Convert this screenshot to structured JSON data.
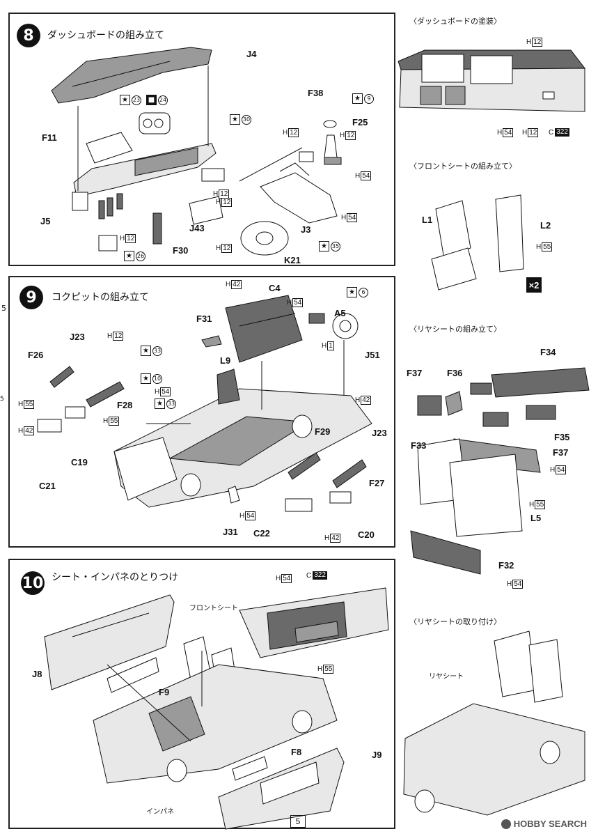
{
  "edge_marks": {
    "left_top": "5",
    "left_mid": "5"
  },
  "step8": {
    "number": "8",
    "title": "ダッシュボードの組み立て",
    "labels": [
      "J4",
      "F11",
      "J5",
      "F38",
      "F25",
      "J3",
      "J43",
      "F30",
      "K21"
    ],
    "h_marks": [
      "12",
      "12",
      "12",
      "12",
      "12",
      "12",
      "54",
      "54"
    ],
    "stars": [
      "23",
      "30",
      "9",
      "26",
      "35"
    ],
    "decal": "24"
  },
  "step9": {
    "number": "9",
    "title": "コクピットの組み立て",
    "labels": [
      "C4",
      "A5",
      "J51",
      "F31",
      "L9",
      "J23",
      "F26",
      "F28",
      "C19",
      "C21",
      "F29",
      "J23",
      "F27",
      "J31",
      "C22",
      "C20"
    ],
    "h_marks": [
      "42",
      "54",
      "1",
      "42",
      "12",
      "54",
      "55",
      "55",
      "42",
      "54",
      "42"
    ],
    "stars": [
      "6",
      "33",
      "10",
      "33"
    ]
  },
  "step10": {
    "number": "10",
    "title": "シート・インパネのとりつけ",
    "labels": [
      "J8",
      "F9",
      "F8",
      "J9"
    ],
    "front_seat": "フロントシート",
    "instrument_panel": "インパネ",
    "h_marks": [
      "54",
      "55"
    ],
    "c_mark": "322"
  },
  "side": {
    "dash_paint": "〈ダッシュボードの塗装〉",
    "dash_h": [
      "12",
      "54",
      "12"
    ],
    "dash_c": "322",
    "front_seat_assembly": "〈フロントシートの組み立て〉",
    "front_labels": [
      "L1",
      "L2"
    ],
    "front_h": "55",
    "x2": "×2",
    "rear_seat_assembly": "〈リヤシートの組み立て〉",
    "rear_labels": [
      "F37",
      "F36",
      "F34",
      "F33",
      "F35",
      "F37",
      "L5",
      "F32"
    ],
    "rear_h": [
      "54",
      "55",
      "54"
    ],
    "rear_seat_mount": "〈リヤシートの取り付け〉",
    "rear_seat_word": "リヤシート"
  },
  "page_number": "5",
  "watermark": "HOBBY SEARCH"
}
